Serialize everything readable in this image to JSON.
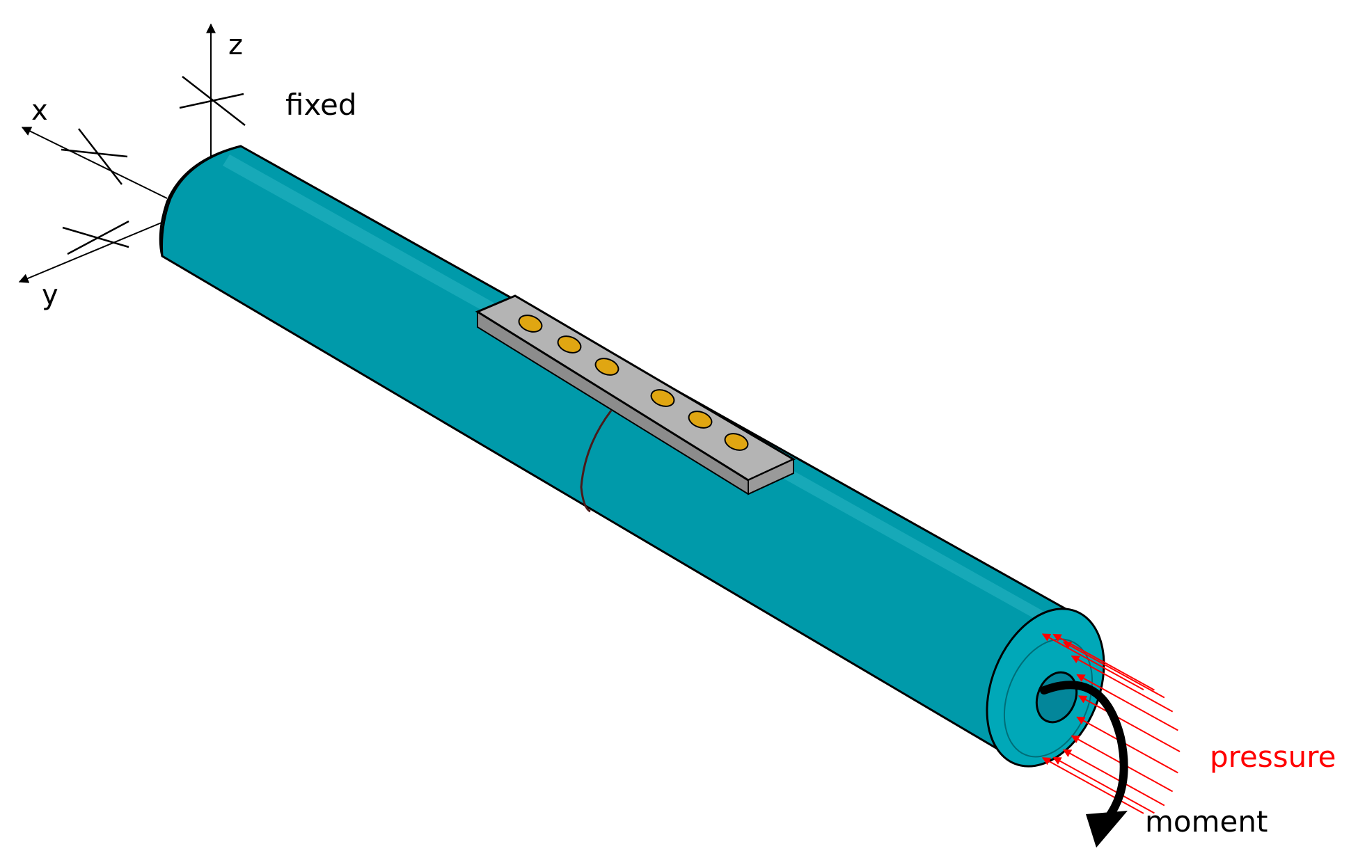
{
  "labels": {
    "z_axis": "z",
    "x_axis": "x",
    "y_axis": "y",
    "fixed": "fixed",
    "pressure": "pressure",
    "moment": "moment"
  },
  "colors": {
    "pipe_fill": "#009aaa",
    "pipe_highlight": "#20b2c0",
    "plate_fill": "#b4b4b4",
    "plate_edge": "#8c8c8c",
    "bolt_fill": "#e0a612",
    "pressure": "#ff0000",
    "moment": "#000000",
    "outline": "#000000"
  },
  "bolts": {
    "count": 6
  },
  "pressure_arrows": {
    "count": 11
  }
}
